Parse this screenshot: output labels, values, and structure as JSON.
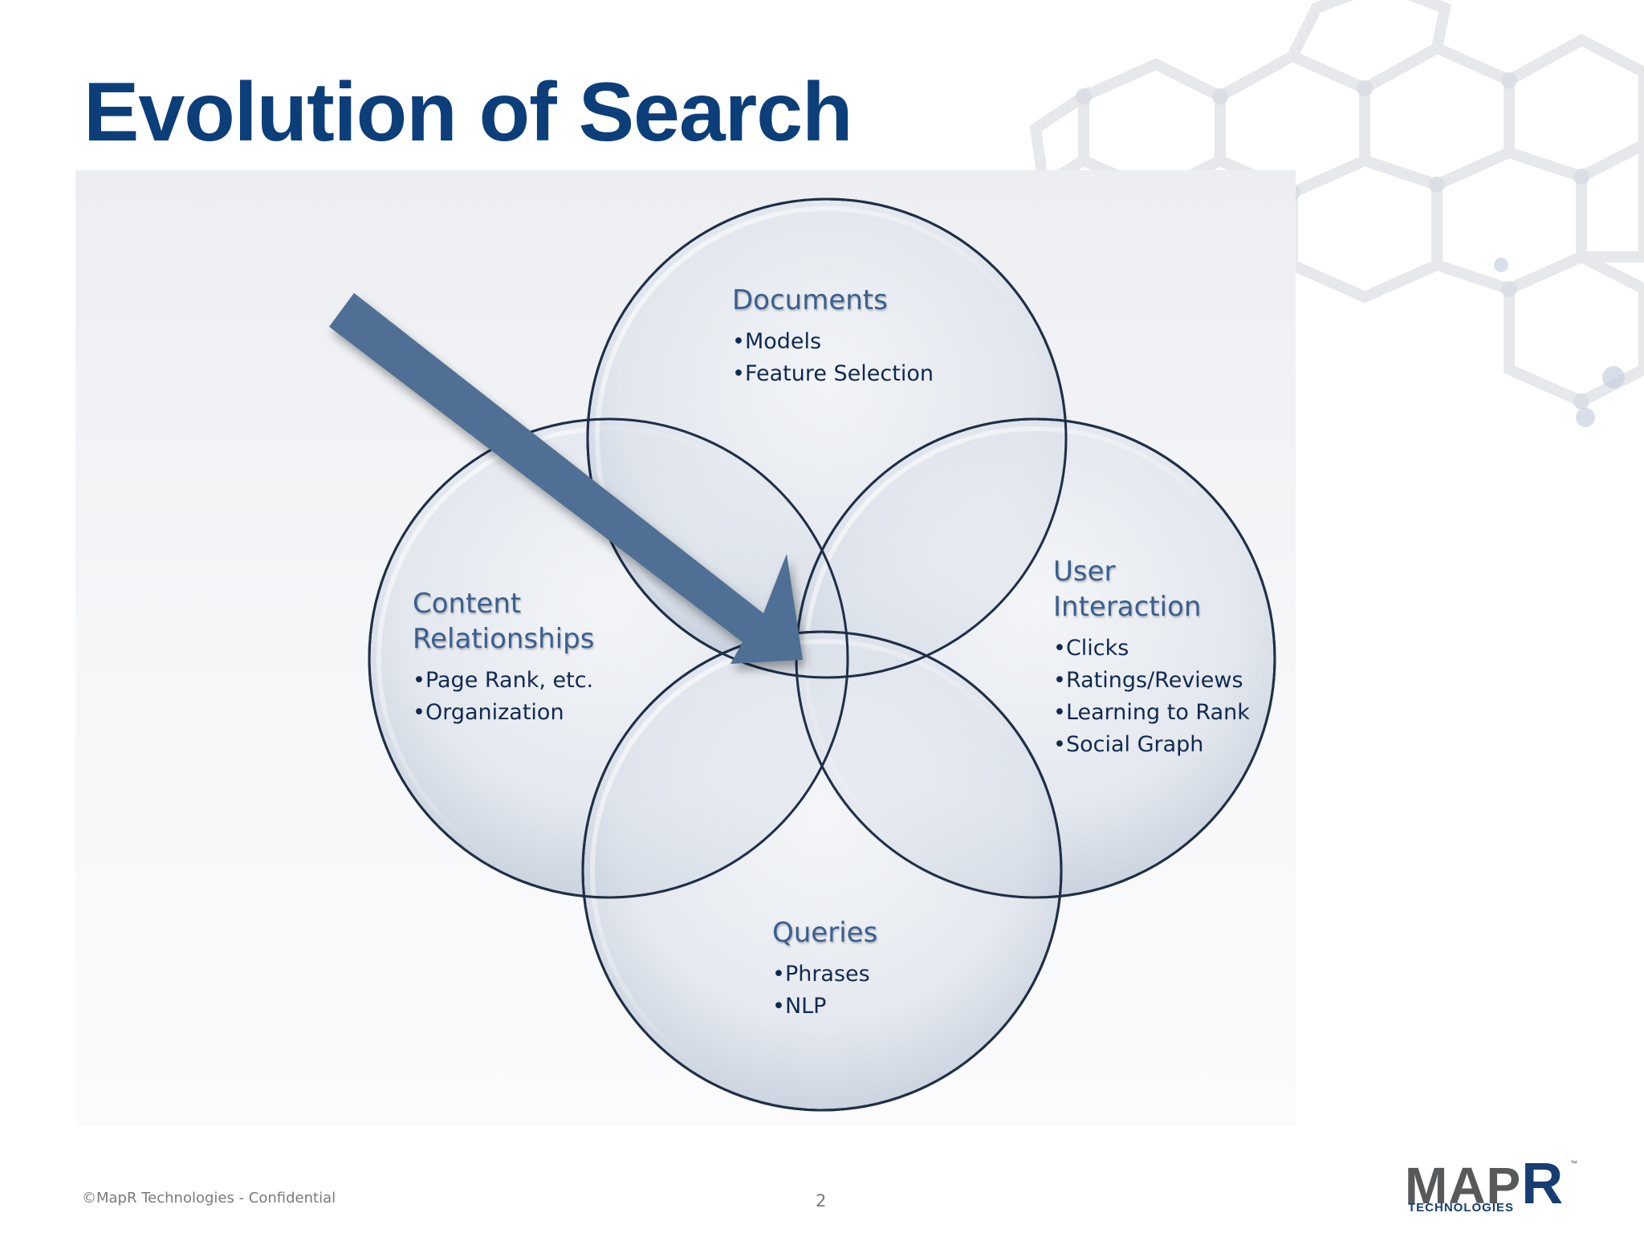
{
  "slide": {
    "title": "Evolution of Search",
    "footer_text": "©MapR Technologies - Confidential",
    "page_number": "2"
  },
  "circles": {
    "documents": {
      "heading": "Documents",
      "items": [
        "Models",
        "Feature Selection"
      ]
    },
    "content_relationships": {
      "heading_line1": "Content",
      "heading_line2": "Relationships",
      "items": [
        "Page Rank, etc.",
        "Organization"
      ]
    },
    "user_interaction": {
      "heading_line1": "User",
      "heading_line2": "Interaction",
      "items": [
        "Clicks",
        "Ratings/Reviews",
        "Learning to Rank",
        "Social Graph"
      ]
    },
    "queries": {
      "heading": "Queries",
      "items": [
        "Phrases",
        "NLP"
      ]
    }
  },
  "logo": {
    "word_main": "MAP",
    "word_last": "R",
    "subtitle": "TECHNOLOGIES",
    "trademark": "™"
  },
  "colors": {
    "title": "#0c3e7a",
    "arrow": "#506f94",
    "circle_stroke": "#1f2f47",
    "logo_blue": "#173d73",
    "logo_gray": "#58595b"
  }
}
